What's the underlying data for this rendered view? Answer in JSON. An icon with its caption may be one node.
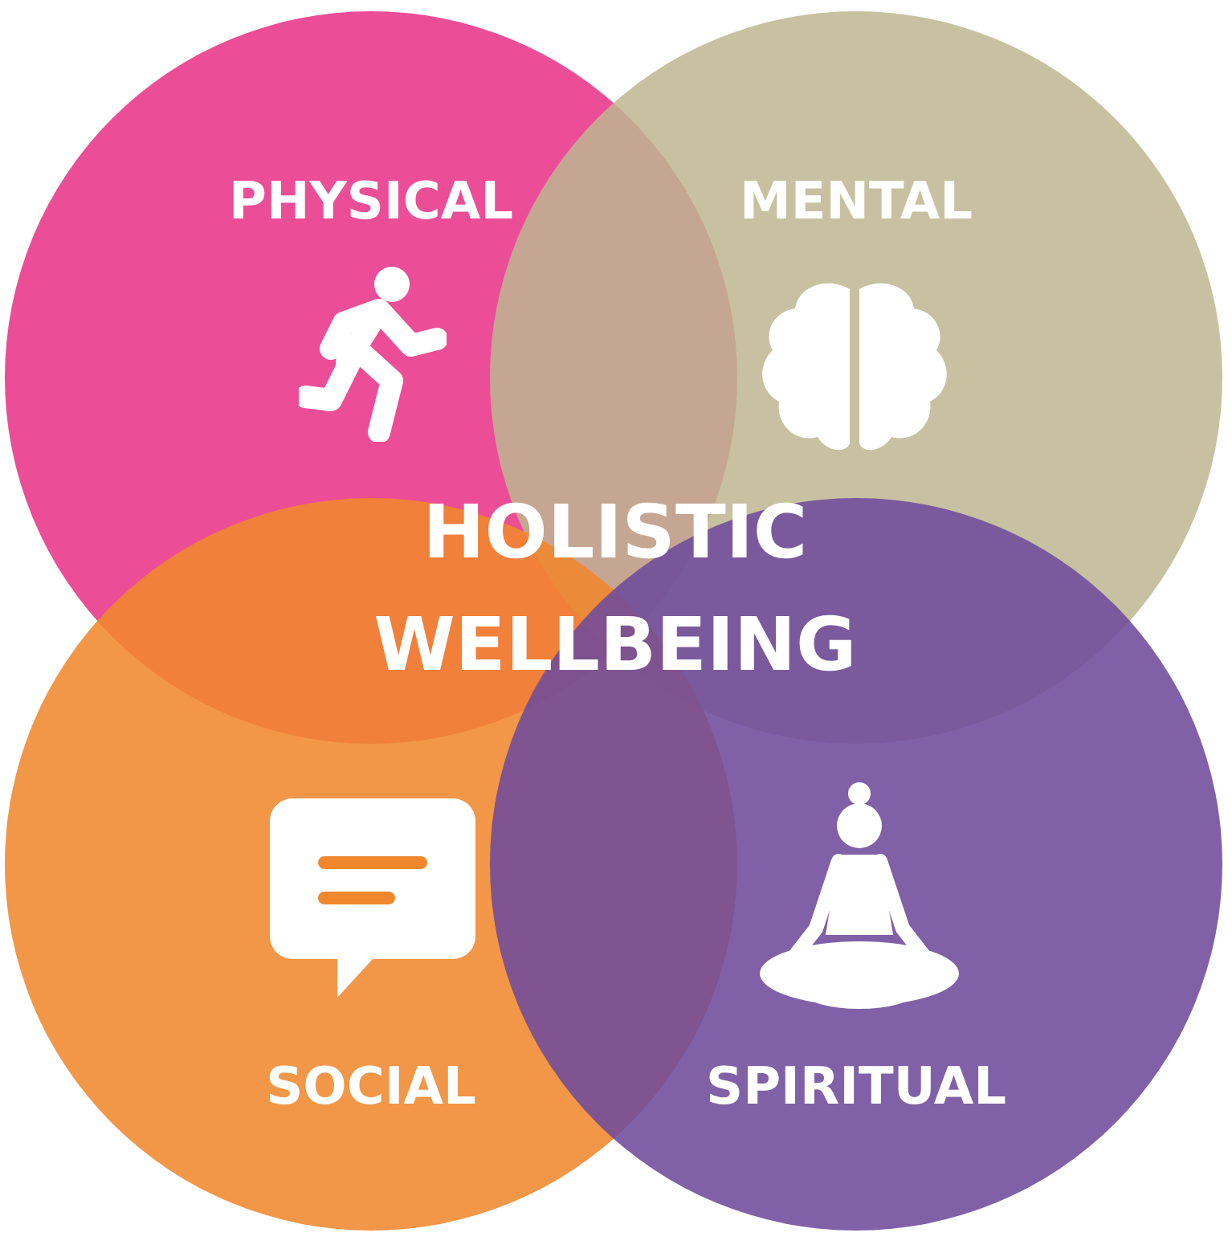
{
  "diagram": {
    "nodes": [
      {
        "text": [
          "PHYSICAL"
        ]
      },
      {
        "text": [
          "MENTAL"
        ]
      },
      {
        "text": [
          "SOCIAL"
        ]
      },
      {
        "text": [
          "SPIRITUAL"
        ]
      }
    ],
    "labels": [
      "HOLISTIC WELLBEING"
    ]
  }
}
